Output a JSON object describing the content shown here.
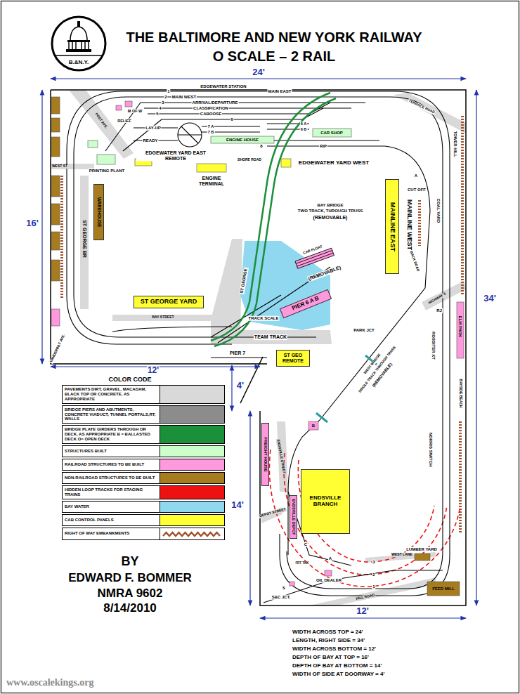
{
  "diagram": {
    "title": "THE BALTIMORE AND NEW YORK RAILWAY",
    "nodes": [
      {
        "text": [
          "MAINLINE EAST"
        ]
      },
      {
        "text": [
          "WAREHOUSE"
        ]
      },
      {
        "text": [
          "ST GEORGE YARD"
        ]
      },
      {
        "text": [
          "PIER 6 A B"
        ]
      },
      {
        "text": [
          "ST GEO REMOTE"
        ]
      },
      {
        "text": [
          "FREIGHT HOUSE"
        ]
      },
      {
        "text": [
          "ENDSVILLE BRANCH"
        ]
      },
      {
        "text": [
          "ENDSVILLE DEPOT"
        ]
      }
    ],
    "labels": [
      "O SCALE – 2 RAIL",
      "B.&N.Y.",
      "24'",
      "16'",
      "34'",
      "12'",
      "4'",
      "14'",
      "12'",
      "EDGEWATER STATION",
      "MAIN EAST",
      "1",
      "MAIN WEST",
      "2",
      "ARRIVAL/DEPARTURE",
      "3",
      "CLASSIFICATION",
      "4",
      "CABOOSE",
      "5",
      "6",
      "M OF W",
      "RELIEF",
      "LAY-UP",
      "7 A",
      "6 A",
      "7 B",
      "6 B",
      "CAR SHOP",
      "READY",
      "ENGINE HOUSE",
      "8",
      "RIP",
      "POST AVE.",
      "TERRACE ROAD",
      "TOWER HILL",
      "EDGEWATER YARD EAST REMOTE",
      "SHORE ROAD",
      "EDGEWATER YARD WEST",
      "WEST ST",
      "PRINTING PLANT",
      "ENGINE TERMINAL",
      "A",
      "CUT OFF",
      "COAL YARD",
      "BAY BRIDGE",
      "TWO TRACK, THROUGH TRUSS",
      "(REMOVABLE)",
      "MAINLINE WEST",
      "ST GEORGE BR",
      "BACK ROAD",
      "CAR FLOAT",
      "(REMOVABLE)",
      "ST GEORGE",
      "HIGHWAY 3",
      "RJ",
      "TRACK SCALE",
      "BAY STREET",
      "ELM PARK",
      "PARK JCT",
      "TEAM TRACK",
      "ROSSITER XT",
      "VANDERBILT AVE.",
      "PIER 7",
      "BAYSIDE BEACH",
      "WEST BRIDGE",
      "SINGLE TRACK THROUGH TRUSS",
      "(REMOVABLE)",
      "COLOR CODE",
      "B",
      "NORRIS SWITCH",
      "ENDSVILLE STREET",
      "DEPOT STREET",
      "C",
      "A",
      "LUMBER YARD",
      "WEST LANE",
      "FRT TNK",
      "3",
      "2",
      "1",
      "OIL DEALER",
      "FEED MILL",
      "S&C JCT.",
      "S",
      "HILL ROAD",
      "BY",
      "EDWARD F. BOMMER",
      "NMRA 9602",
      "8/14/2010",
      "WIDTH ACROSS TOP = 24'",
      "LENGTH, RIGHT SIDE = 34'",
      "WIDTH ACROSS BOTTOM = 12'",
      "DEPTH OF BAY AT TOP = 16'",
      "DEPTH OF BAY AT BOTTOM = 14'",
      "WIDTH OF SIDE AT DOORWAY = 4'",
      "www.oscalekings.org"
    ],
    "legend": [
      {
        "text": "PAVEMENTS DIRT, GRAVEL, MACADAM, BLACK TOP OR CONCRETE, AS APPROPRIATE",
        "color": "#d9d9d9"
      },
      {
        "text": "BRIDGE PIERS AND ABUTMENTS, CONCRETE VIADUCT, TUNNEL PORTALS,RT, WALLS",
        "color": "#8c8c8c"
      },
      {
        "text": "BRIDGE PLATE GIRDERS THROUGH OR DECK, AS APPROPRIATE B = BALLASTED DECK O= OPEN DECK",
        "color": "#1b8f3a"
      },
      {
        "text": "STRUCTURES BUILT",
        "color": "#ccffcc"
      },
      {
        "text": "RAILROAD STRUCTURES TO BE BUILT",
        "color": "#ff99dd"
      },
      {
        "text": "NON-RAILROAD STRUCTURES TO BE BUILT",
        "color": "#a67c1e"
      },
      {
        "text": "HIDDEN LOOP TRACKS FOR STAGING TRAINS",
        "color": "#ee1111"
      },
      {
        "text": "BAY WATER",
        "color": "#8fd8f0"
      },
      {
        "text": "CAB CONTROL PANELS",
        "color": "#ffff33"
      },
      {
        "text": "RIGHT OF WAY EMBANKMENTS"
      }
    ]
  }
}
